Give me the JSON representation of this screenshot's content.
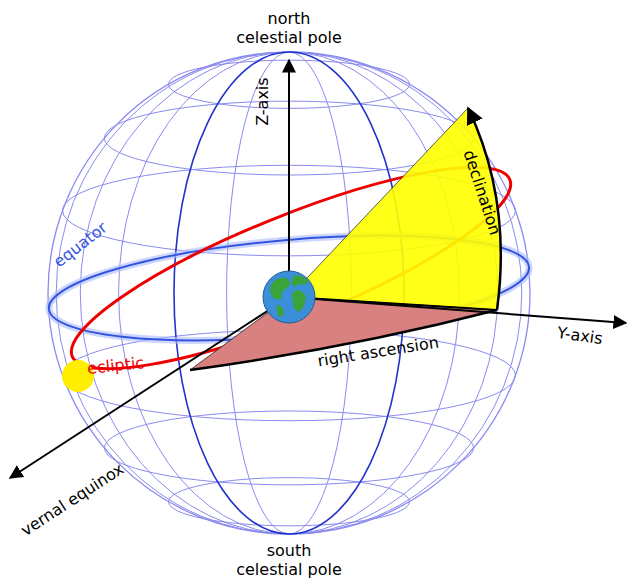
{
  "diagram": {
    "labels": [
      "north celestial pole",
      "Z-axis",
      "declination",
      "equator",
      "ecliptic",
      "Y-axis",
      "right ascension",
      "vernal equinox",
      "south celestial pole"
    ]
  }
}
